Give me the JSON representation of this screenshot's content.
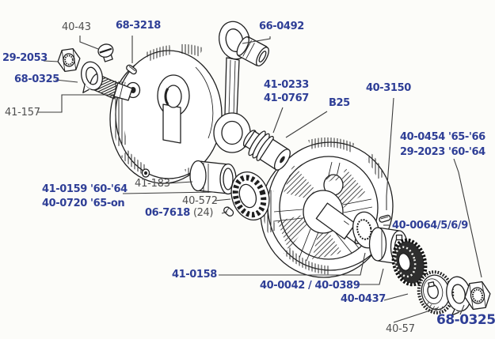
{
  "meta": {
    "description": "Exploded crankshaft and flywheel assembly parts diagram"
  },
  "colors": {
    "navy": "#2e3e96",
    "gray": "#4f4f4f",
    "line": "#3b3b3b",
    "ink": "#1f1f1f",
    "bg": "#fcfcf9"
  },
  "labels": {
    "screw": "40-43",
    "key_drive": "68-3218",
    "nut_drive": "29-2053",
    "washer_drive": "68-0325",
    "mainshaft_drive": "41-157",
    "small_end_bush": "66-0492",
    "crankpin_a": "41-0233",
    "crankpin_b": "41-0767",
    "model": "B25",
    "key_pinion": "40-3150",
    "nut_timing_a": "40-0454 '65-'66",
    "nut_timing_b": "29-2023 '60-'64",
    "main_bearing_a": "41-0159 '60-'64",
    "main_bearing_b": "40-0720 '65-on",
    "bush": "41-183",
    "bearing_cage": "40-572",
    "rollers": "06-7618",
    "rollers_qty": "(24)",
    "washer_timing": "41-0158",
    "spacer": "40-0042 / 40-0389",
    "sprocket": "40-0437",
    "pinion": "40-57",
    "washer_pinion": "68-0325",
    "shims": "40-0064/5/6/9"
  }
}
